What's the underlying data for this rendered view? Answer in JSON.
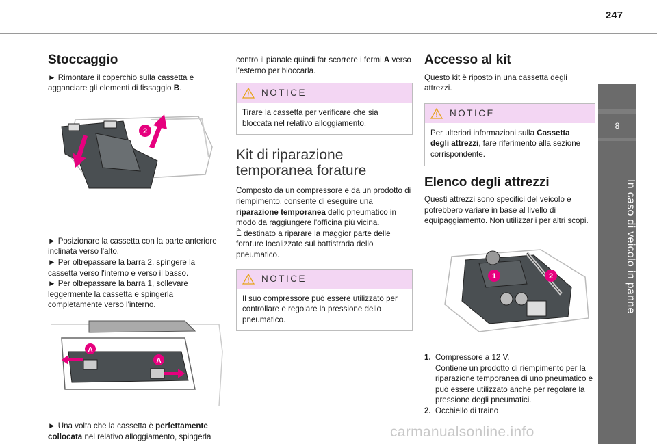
{
  "page_number": "247",
  "chapter": {
    "number": "8",
    "title": "In caso di veicolo in panne"
  },
  "col1": {
    "heading": "Stoccaggio",
    "step1_pre": "► Rimontare il coperchio sulla cassetta e agganciare gli elementi di fissaggio ",
    "step1_bold": "B",
    "step1_post": ".",
    "step2_lines": [
      "► Posizionare la cassetta con la parte anteriore inclinata verso l'alto.",
      "► Per oltrepassare la barra 2, spingere la cassetta verso l'interno e verso il basso.",
      "► Per oltrepassare la barra 1, sollevare leggermente la cassetta e spingerla completamente verso l'interno."
    ],
    "step3_pre": "► Una volta che la cassetta è ",
    "step3_bold": "perfettamente collocata",
    "step3_post": " nel relativo alloggiamento, spingerla",
    "img1_labels": [
      "2"
    ],
    "img2_labels": [
      "A",
      "A"
    ]
  },
  "col2": {
    "cont_pre": "contro il pianale quindi far scorrere i fermi ",
    "cont_bold": "A",
    "cont_post": " verso l'esterno per bloccarla.",
    "notice1_title": "NOTICE",
    "notice1_text": "Tirare la cassetta per verificare che sia bloccata nel relativo alloggiamento.",
    "kit_heading": "Kit di riparazione temporanea forature",
    "kit_pre": "Composto da un compressore e da un prodotto di riempimento, consente di eseguire una ",
    "kit_bold": "riparazione temporanea",
    "kit_post": " dello pneumatico in modo da raggiungere l'officina più vicina.",
    "kit_line2": "È destinato a riparare la maggior parte delle forature localizzate sul battistrada dello pneumatico.",
    "notice2_title": "NOTICE",
    "notice2_text": "Il suo compressore può essere utilizzato per controllare e regolare la pressione dello pneumatico."
  },
  "col3": {
    "heading1": "Accesso al kit",
    "access_text": "Questo kit è riposto in una cassetta degli attrezzi.",
    "notice_title": "NOTICE",
    "notice_pre": "Per ulteriori informazioni sulla ",
    "notice_bold": "Cassetta degli attrezzi",
    "notice_post": ", fare riferimento alla sezione corrispondente.",
    "heading2": "Elenco degli attrezzi",
    "tools_text": "Questi attrezzi sono specifici del veicolo e potrebbero variare in base al livello di equipaggiamento. Non utilizzarli per altri scopi.",
    "img_labels": [
      "1",
      "2"
    ],
    "list": [
      {
        "num": "1.",
        "text": "Compressore a 12 V.",
        "text2": "Contiene un prodotto di riempimento per la riparazione temporanea di uno pneumatico e può essere utilizzato anche per regolare la pressione degli pneumatici."
      },
      {
        "num": "2.",
        "text": "Occhiello di traino",
        "text2": ""
      }
    ]
  },
  "footer": "carmanualsonline.info",
  "colors": {
    "accent": "#e6007e",
    "notice_bg": "#f3d6f3",
    "sidebar": "#6b6b6b"
  }
}
